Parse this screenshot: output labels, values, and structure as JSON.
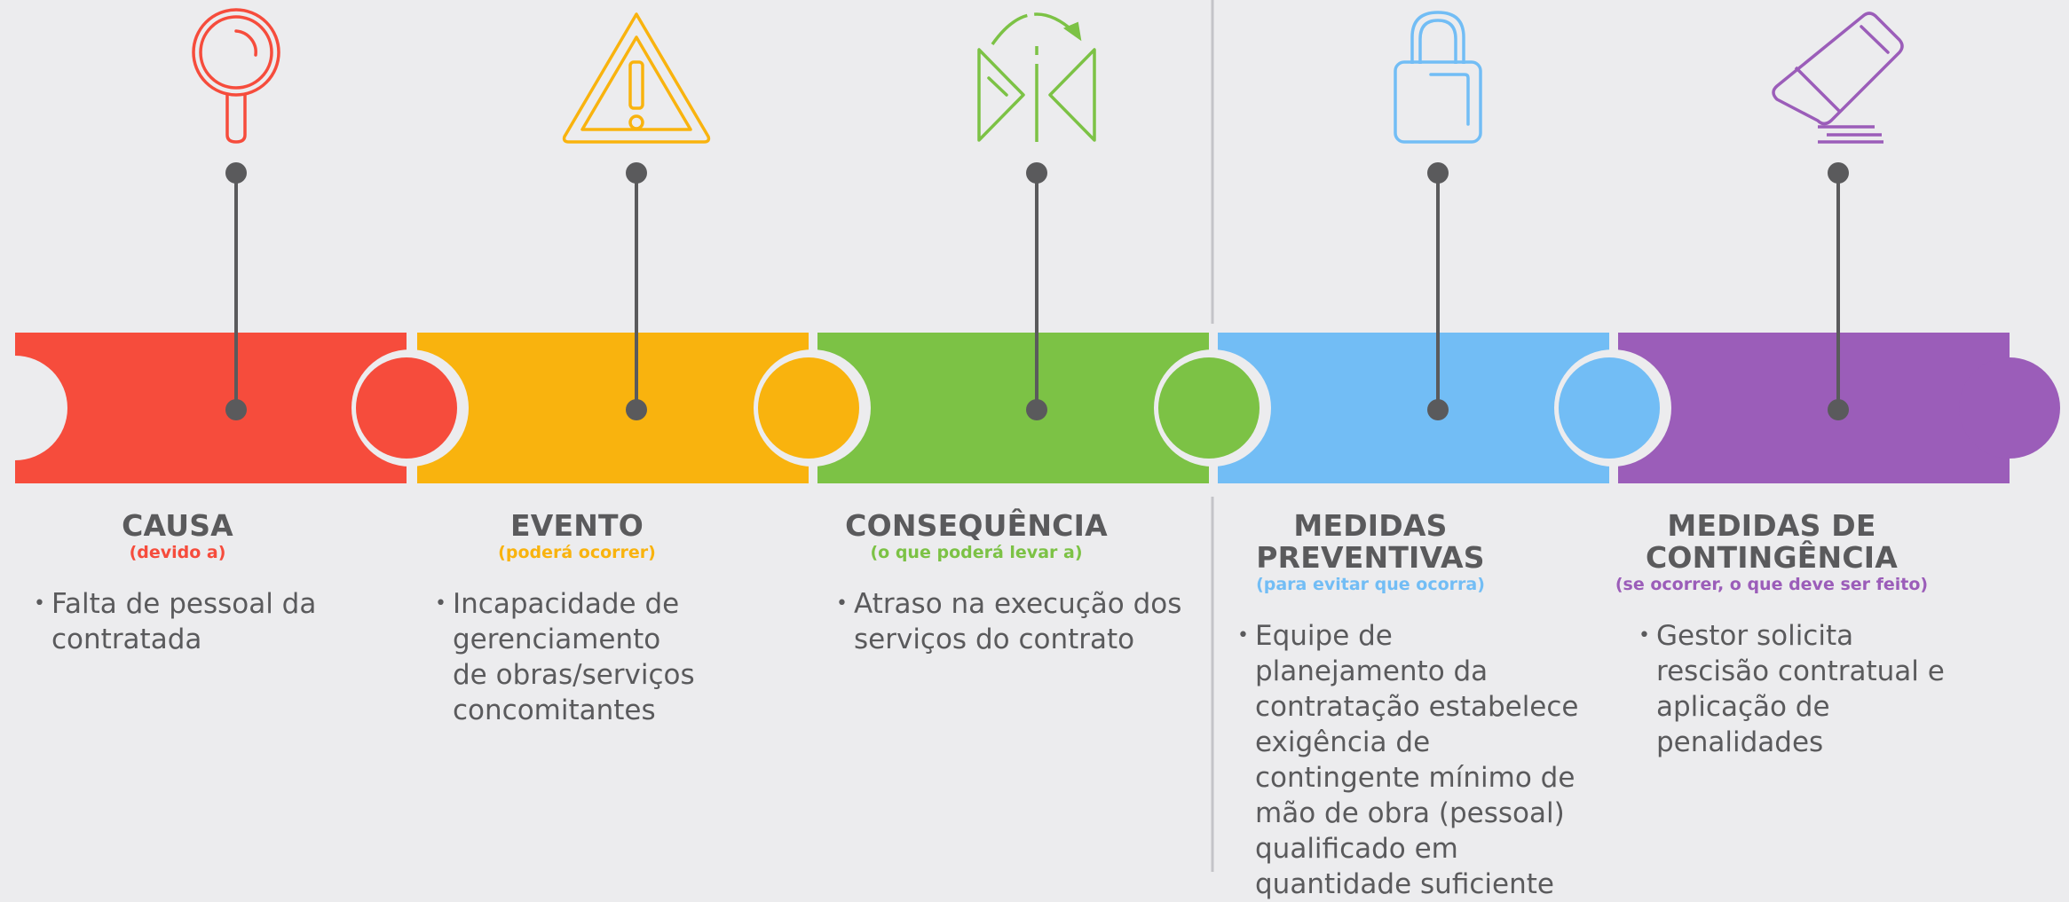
{
  "colors": {
    "background": "#ececee",
    "text": "#5a5a5c",
    "pin": "#5a5a5c",
    "divider": "#c4c4c8",
    "stages": [
      "#f64c3c",
      "#f9b30e",
      "#7cc245",
      "#72bdf5",
      "#9b5db9"
    ]
  },
  "stages": [
    {
      "id": "causa",
      "icon": "magnifier-icon",
      "title": "CAUSA",
      "subtitle": "(devido a)",
      "items": [
        "Falta de pessoal da contratada"
      ]
    },
    {
      "id": "evento",
      "icon": "warning-triangle-icon",
      "title": "EVENTO",
      "subtitle": "(poderá ocorrer)",
      "items": [
        "Incapacidade de gerenciamento de obras/serviços concomitantes"
      ]
    },
    {
      "id": "consequencia",
      "icon": "flip-arrow-icon",
      "title": "CONSEQUÊNCIA",
      "subtitle": "(o que poderá levar a)",
      "items": [
        "Atraso na execução dos serviços do contrato"
      ]
    },
    {
      "id": "medidas-preventivas",
      "icon": "padlock-icon",
      "title": "MEDIDAS PREVENTIVAS",
      "subtitle": "(para evitar que ocorra)",
      "items": [
        "Equipe de planejamento da contratação estabelece exigência de contingente mínimo de mão de obra (pessoal) qualificado em quantidade suficiente"
      ]
    },
    {
      "id": "medidas-contingencia",
      "icon": "eraser-icon",
      "title": "MEDIDAS DE CONTINGÊNCIA",
      "subtitle": "(se ocorrer, o que deve ser feito)",
      "items": [
        "Gestor solicita rescisão contratual e aplicação de penalidades"
      ]
    }
  ]
}
